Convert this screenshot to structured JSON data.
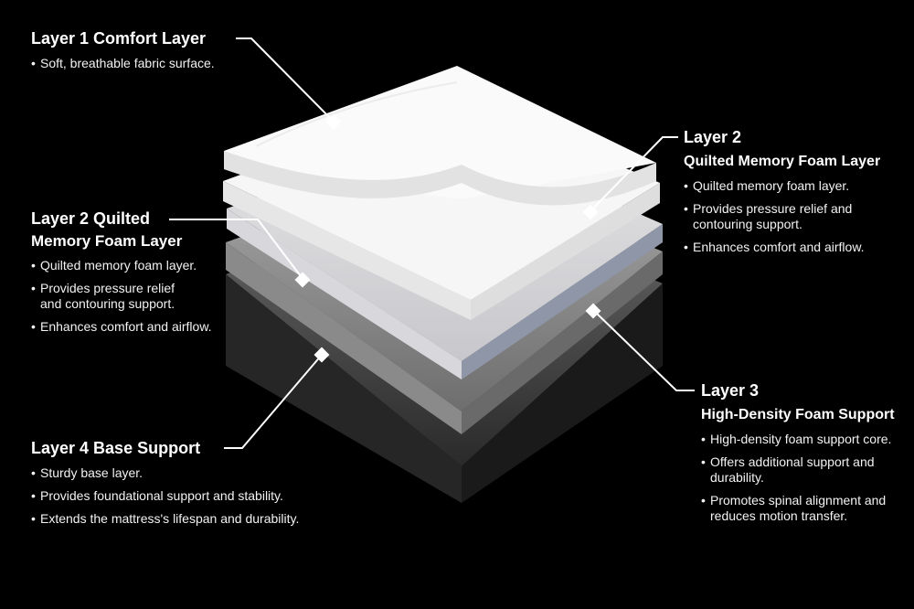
{
  "layers": [
    {
      "title": "Layer 1 Comfort Layer",
      "bullets": [
        "Soft, breathable fabric surface."
      ]
    },
    {
      "title": "Layer 2 Quilted",
      "subtitle": "Memory Foam Layer",
      "bullets": [
        "Quilted memory foam layer.",
        "Provides pressure relief\nand contouring support.",
        "Enhances comfort and airflow."
      ]
    },
    {
      "title": "Layer 2",
      "subtitle": "Quilted Memory Foam Layer",
      "bullets": [
        "Quilted memory foam layer.",
        "Provides pressure relief and\ncontouring support.",
        "Enhances comfort and airflow."
      ]
    },
    {
      "title": "Layer 3",
      "subtitle": "High-Density Foam Support",
      "bullets": [
        "High-density foam support core.",
        "Offers additional support and durability.",
        "Promotes spinal alignment and\nreduces motion transfer."
      ]
    },
    {
      "title": "Layer 4 Base Support",
      "bullets": [
        "Sturdy base layer.",
        "Provides foundational support and stability.",
        "Extends the mattress's lifespan and durability."
      ]
    }
  ],
  "colors": {
    "background": "#000000",
    "text": "#ffffff",
    "leader": "#ffffff"
  }
}
